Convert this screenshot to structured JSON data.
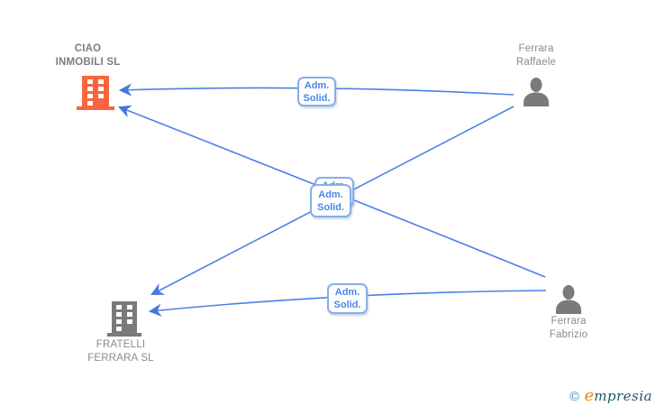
{
  "nodes": {
    "ciao": {
      "line1": "CIAO",
      "line2": "INMOBILI SL",
      "type": "company"
    },
    "raffaele": {
      "line1": "Ferrara",
      "line2": "Raffaele",
      "type": "person"
    },
    "fratelli": {
      "line1": "FRATELLI",
      "line2": "FERRARA SL",
      "type": "company"
    },
    "fabrizio": {
      "line1": "Ferrara",
      "line2": "Fabrizio",
      "type": "person"
    }
  },
  "edges": {
    "raffaele_to_ciao": {
      "label1": "Adm.",
      "label2": "Solid."
    },
    "raffaele_to_fratelli": {
      "label1": "Adm.",
      "label2": "Solid."
    },
    "fabrizio_to_ciao": {
      "label1": "Adm.",
      "label2": "Solid."
    },
    "fabrizio_to_fratelli": {
      "label1": "Adm.",
      "label2": "Solid."
    }
  },
  "colors": {
    "edge_blue": "#4a82e8",
    "edge_label_text": "#4a86e8",
    "edge_label_border": "#86aee8",
    "company_highlight_orange": "#fa6441",
    "icon_gray": "#7a7a7a",
    "node_text_gray": "#8a8a8a"
  },
  "watermark": {
    "copyright_symbol": "©",
    "brand_first_letter": "e",
    "brand_rest": "mpresia"
  }
}
